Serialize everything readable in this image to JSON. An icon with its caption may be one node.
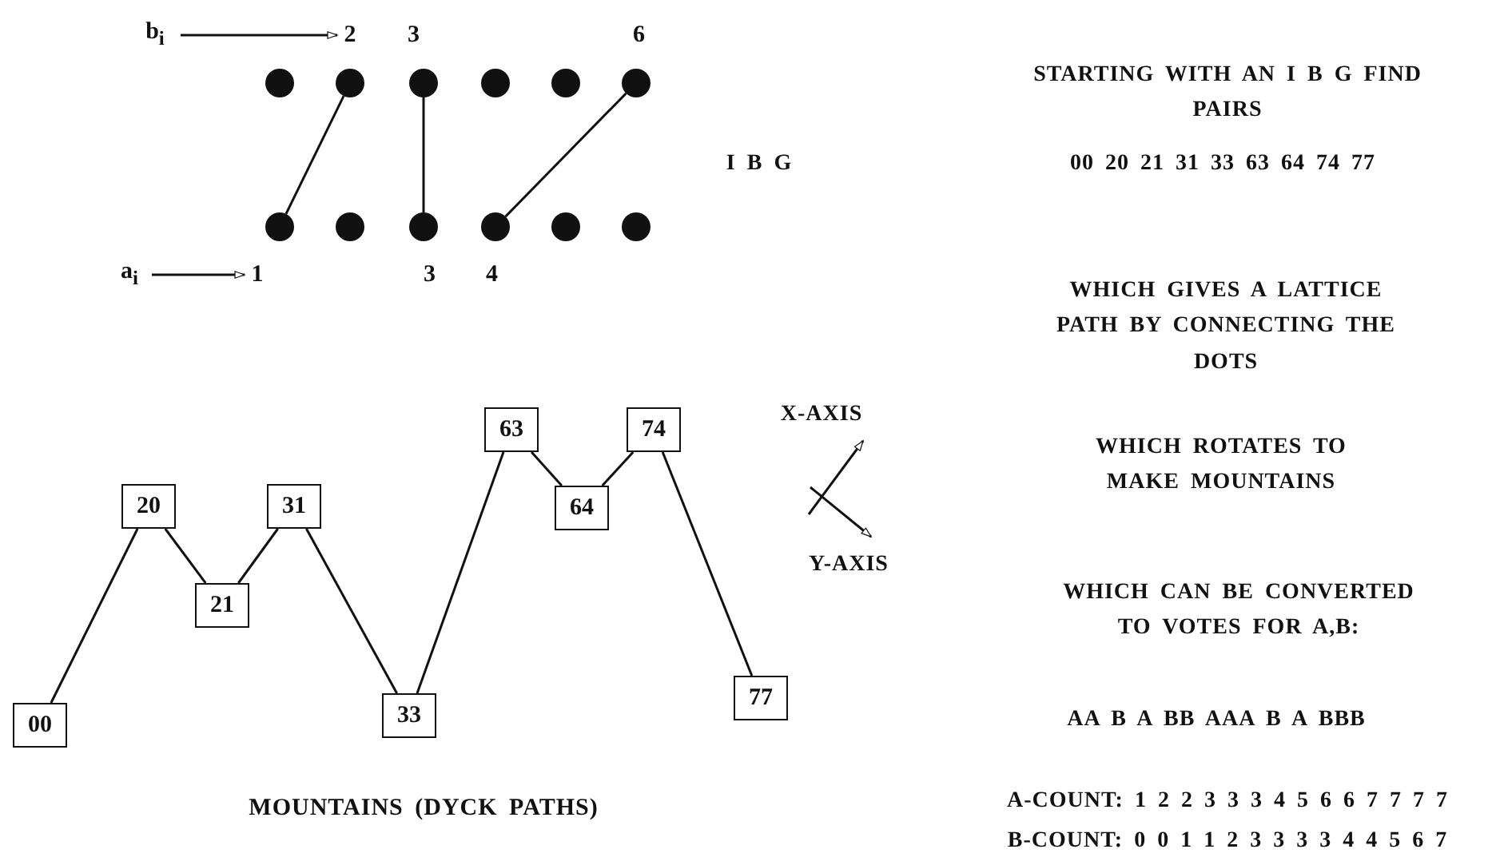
{
  "diagram": {
    "nodes": [
      {
        "text": [
          "b$_{i}$"
        ]
      },
      {
        "text": [
          "2"
        ]
      },
      {
        "text": [],
        "shape": "circle"
      },
      {
        "text": [],
        "shape": "circle"
      },
      {
        "text": [],
        "shape": "circle"
      },
      {
        "text": [],
        "shape": "circle"
      },
      {
        "text": [],
        "shape": "circle"
      },
      {
        "text": [],
        "shape": "circle"
      },
      {
        "text": [],
        "shape": "circle"
      },
      {
        "text": [],
        "shape": "circle"
      },
      {
        "text": [],
        "shape": "circle"
      },
      {
        "text": [],
        "shape": "circle"
      },
      {
        "text": [],
        "shape": "circle"
      },
      {
        "text": [],
        "shape": "circle"
      },
      {
        "text": [
          "a$_{i}$"
        ]
      },
      {
        "text": [
          "1"
        ]
      },
      {
        "text": [
          "00"
        ]
      },
      {
        "text": [
          "20"
        ]
      },
      {
        "text": [
          "21"
        ]
      },
      {
        "text": [
          "31"
        ]
      },
      {
        "text": [
          "33"
        ]
      },
      {
        "text": [
          "63"
        ]
      },
      {
        "text": [
          "64"
        ]
      },
      {
        "text": [
          "74"
        ]
      },
      {
        "text": [
          "77"
        ]
      }
    ],
    "edges": [
      {
        "from": 0,
        "to": 1,
        "arrow": "to"
      },
      {
        "from": 14,
        "to": 15,
        "arrow": "to"
      },
      {
        "from": 8,
        "to": 3,
        "arrow": "none"
      },
      {
        "from": 10,
        "to": 4,
        "arrow": "none"
      },
      {
        "from": 11,
        "to": 7,
        "arrow": "none"
      },
      {
        "from": 16,
        "to": 17,
        "arrow": "none"
      },
      {
        "from": 17,
        "to": 18,
        "arrow": "none"
      },
      {
        "from": 18,
        "to": 19,
        "arrow": "none"
      },
      {
        "from": 19,
        "to": 20,
        "arrow": "none"
      },
      {
        "from": 20,
        "to": 21,
        "arrow": "none"
      },
      {
        "from": 21,
        "to": 22,
        "arrow": "none"
      },
      {
        "from": 22,
        "to": 23,
        "arrow": "none"
      },
      {
        "from": 23,
        "to": 24,
        "arrow": "none"
      }
    ],
    "labels": [
      "3",
      "6",
      "STARTING WITH AN I B G FIND PAIRS",
      "I B G",
      "00 20 21 31 33 63 64 74 77",
      "3",
      "4",
      "WHICH GIVES A LATTICE PATH BY CONNECTING THE DOTS",
      "X-AXIS",
      "WHICH ROTATES TO MAKE MOUNTAINS",
      "Y-AXIS",
      "WHICH CAN BE CONVERTED TO VOTES FOR A,B:",
      "AA B A BB AAA B A BBB",
      "MOUNTAINS (DYCK PATHS)",
      "A-COUNT: 1 2 2 3 3 3 4 5 6 6 7 7 7 7",
      "B-COUNT: 0 0 1 1 2 3 3 3 3 4 4 5 6 7"
    ]
  }
}
